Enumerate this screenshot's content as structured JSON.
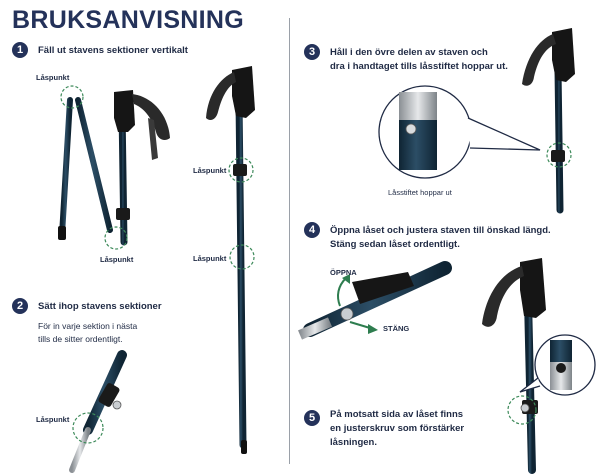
{
  "title": "BRUKSANVISNING",
  "steps": [
    {
      "number": "1",
      "text": "Fäll ut stavens sektioner vertikalt"
    },
    {
      "number": "2",
      "text": "Sätt ihop stavens sektioner",
      "sub": [
        "För in varje sektion i nästa",
        "tills de sitter ordentligt."
      ]
    },
    {
      "number": "3",
      "text": [
        "Håll i den övre delen av staven och",
        "dra i handtaget tills låsstiftet hoppar ut."
      ]
    },
    {
      "number": "4",
      "text": [
        "Öppna låset och justera staven till önskad längd.",
        "Stäng sedan låset ordentligt."
      ]
    },
    {
      "number": "5",
      "text": [
        "På motsatt sida av låset finns",
        "en justerskruv som förstärker",
        "låsningen."
      ]
    }
  ],
  "labels": {
    "lockpoint": "Låspunkt",
    "lockpin_out": "Låsstiftet hoppar ut",
    "open": "ÖPPNA",
    "close": "STÄNG"
  },
  "colors": {
    "navy": "#24325a",
    "pole": "#1c3447",
    "accent_green": "#2e7d4f",
    "dash_green": "#3d8a5a"
  }
}
